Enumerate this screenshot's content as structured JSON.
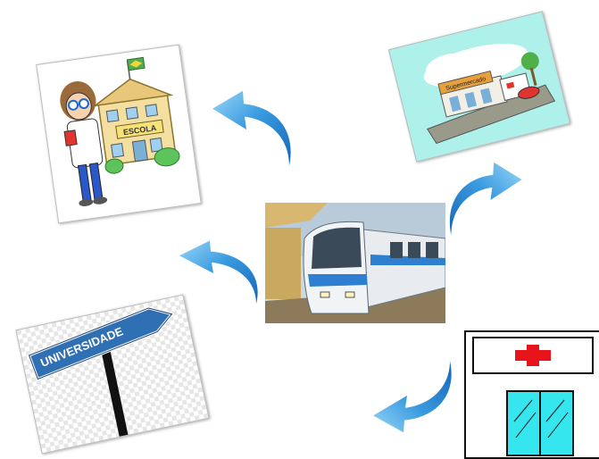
{
  "scene": {
    "school_sign": "ESCOLA",
    "supermarket_sign": "Supermercado",
    "university_sign": "UNIVERSIDADE"
  },
  "colors": {
    "arrow_blue": "#2e8fd8",
    "arrow_light": "#8fd0f5",
    "cross_red": "#e8141b",
    "door_cyan": "#35e6ee",
    "sign_blue": "#2f6fb3",
    "supermarket_bg": "#aef0ea"
  },
  "icons": [
    "school-illustration",
    "supermarket-illustration",
    "university-sign-illustration",
    "hospital-illustration",
    "train-photo",
    "curved-arrow-icon"
  ]
}
